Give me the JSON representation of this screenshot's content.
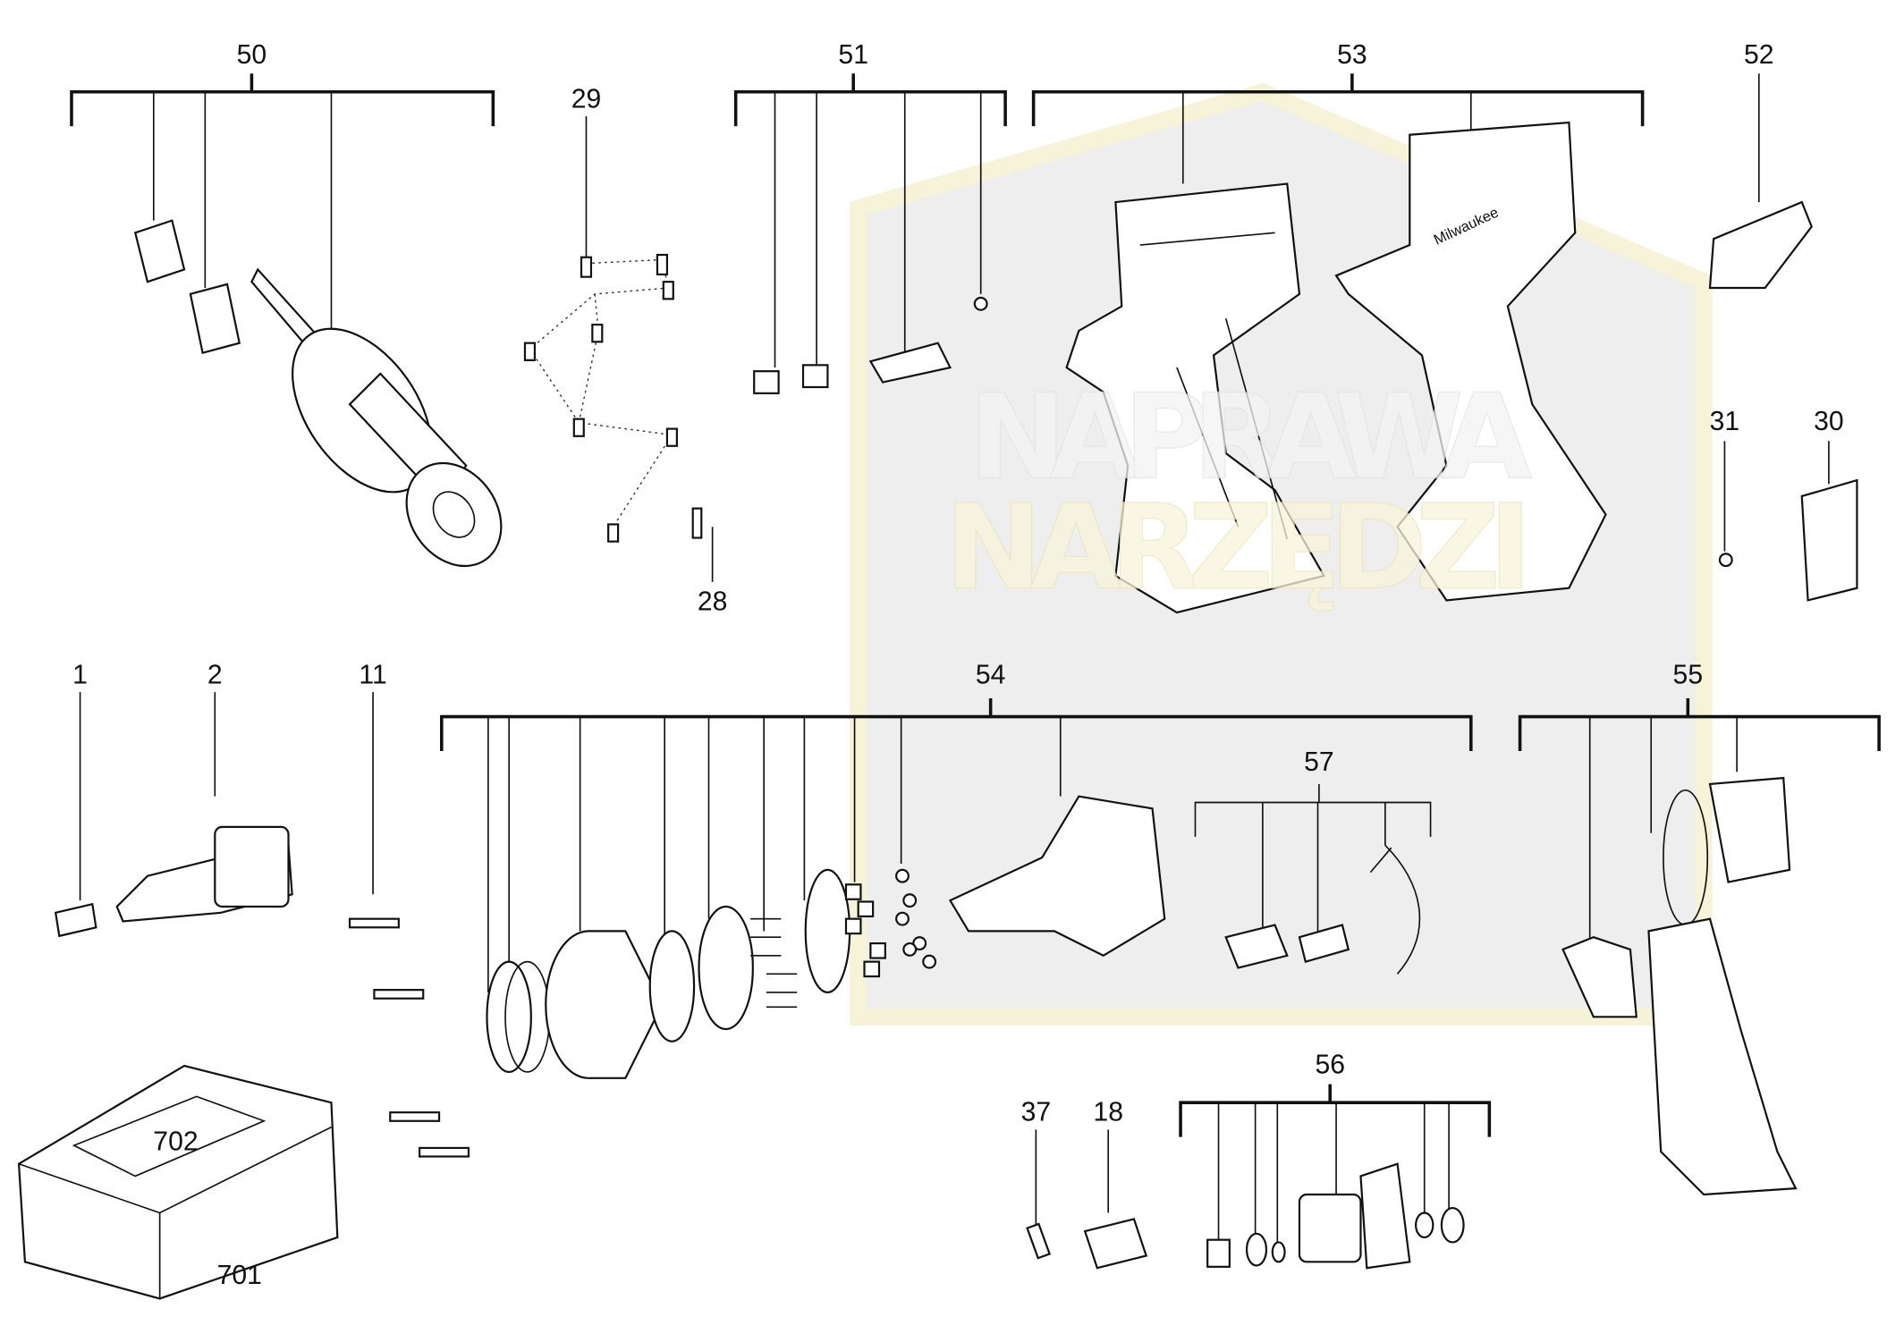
{
  "diagram": {
    "watermark": {
      "line1": "NAPRAWA",
      "line2": "NARZĘDZI",
      "color_fill": "#ececec",
      "color_accent": "#fbf8e0"
    },
    "brand_on_housing": "Milwaukee",
    "callouts": {
      "c50": "50",
      "c29": "29",
      "c28": "28",
      "c51": "51",
      "c53": "53",
      "c52": "52",
      "c31": "31",
      "c30": "30",
      "c1": "1",
      "c2": "2",
      "c11": "11",
      "c54": "54",
      "c55": "55",
      "c57": "57",
      "c56": "56",
      "c37": "37",
      "c18": "18",
      "c702": "702",
      "c701": "701"
    }
  }
}
